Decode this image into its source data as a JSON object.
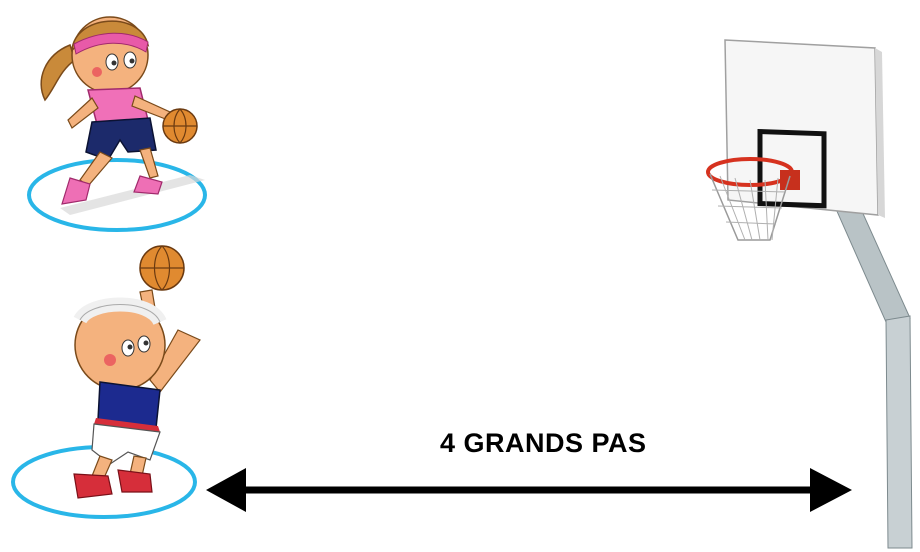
{
  "label": "4 GRANDS PAS",
  "colors": {
    "marker_ring": "#29b6e8",
    "arrow": "#000000",
    "backboard_frame": "#111111",
    "rim": "#d6321f",
    "pole": "#b9c3c6"
  },
  "figures": {
    "dribbling_girl": "girl-dribbling-illustration",
    "shooting_boy": "boy-shooting-illustration",
    "hoop": "basketball-hoop-illustration"
  }
}
